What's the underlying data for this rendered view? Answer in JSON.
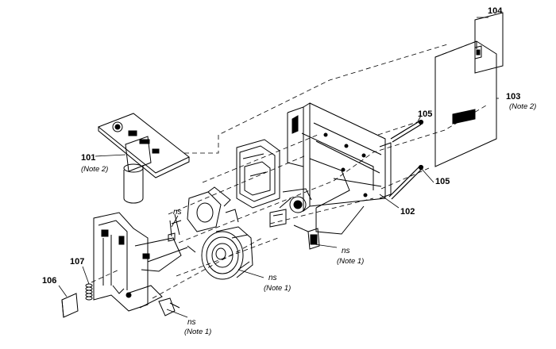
{
  "labels": {
    "p101": "101",
    "p101_note": "(Note 2)",
    "p102": "102",
    "p103": "103",
    "p103_note": "(Note 2)",
    "p104": "104",
    "p105a": "105",
    "p105b": "105",
    "p106": "106",
    "p107": "107",
    "ns_top": "ns",
    "ns_right": "ns",
    "ns_right_note": "(Note 1)",
    "ns_lens": "ns",
    "ns_lens_note": "(Note 1)",
    "ns_bottom": "ns",
    "ns_bottom_note": "(Note 1)"
  }
}
